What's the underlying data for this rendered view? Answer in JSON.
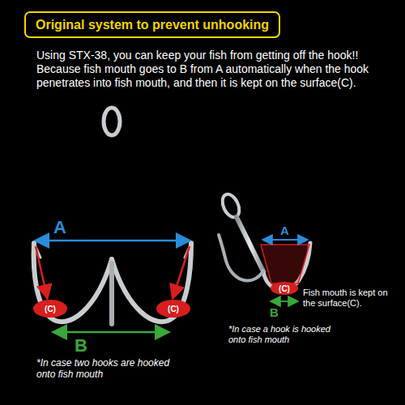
{
  "diagram": {
    "title": "Original system to prevent unhooking",
    "nodes": [
      {
        "text": [
          "(C)"
        ]
      },
      {
        "text": [
          "(C)"
        ]
      },
      {
        "text": [
          "(C)"
        ]
      }
    ],
    "labels": [
      "Using STX-38, you can keep your fish from getting off the hook!!",
      "Because fish mouth goes to B from A automatically when the hook penetrates into fish mouth, and then it is kept on the surface(C).",
      "A",
      "B",
      "*In case two hooks are hooked onto fish mouth",
      "A",
      "Fish mouth is kept on the surface(C).",
      "B",
      "*In case a hook is hooked onto fish mouth"
    ]
  }
}
